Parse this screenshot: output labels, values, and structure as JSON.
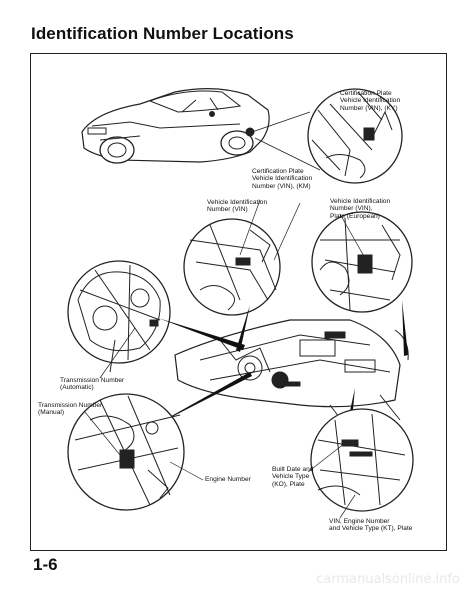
{
  "page": {
    "title": "Identification Number Locations",
    "page_number": "1-6",
    "watermark": "carmanualsonline.info"
  },
  "callouts": {
    "cert_plate_ky": "Certification Plate\nVehicle Identification\nNumber (VIN), (KY)",
    "cert_plate_km": "Certification Plate\nVehicle Identification\nNumber (VIN), (KM)",
    "vin": "Vehicle Identification\nNumber (VIN)",
    "vin_european": "Vehicle Identification\nNumber (VIN),\nPlate (European)",
    "trans_auto": "Transmission Number\n(Automatic)",
    "trans_manual": "Transmission Number\n(Manual)",
    "engine_number": "Engine Number",
    "built_date": "Built Date and\nVehicle Type\n(KO), Plate",
    "vin_engine_kt": "VIN, Engine Number\nand Vehicle Type (KT), Plate"
  }
}
